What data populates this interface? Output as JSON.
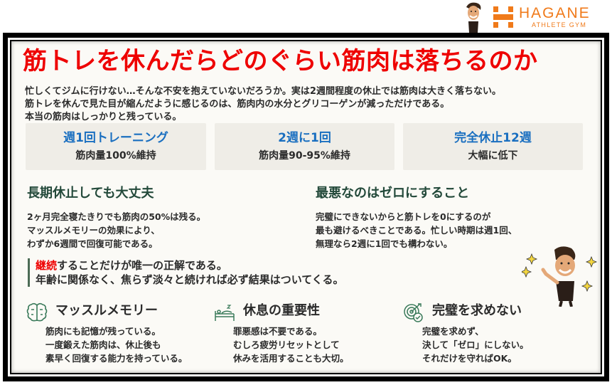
{
  "brand": {
    "name": "HAGANE",
    "tagline": "ATHLETE GYM",
    "accent_color": "#f07a1a"
  },
  "title": "筋トレを休んだらどのぐらい筋肉は落ちるのか",
  "intro": {
    "lines": [
      "忙しくてジムに行けない…そんな不安を抱えていないだろうか。実は2週間程度の休止では筋肉は大きく落ちない。",
      "筋トレを休んで見た目が縮んだように感じるのは、筋肉内の水分とグリコーゲンが減っただけである。",
      "本当の筋肉はしっかりと残っている。"
    ]
  },
  "stats": [
    {
      "heading": "週1回トレーニング",
      "value": "筋肉量100%維持"
    },
    {
      "heading": "2週に1回",
      "value": "筋肉量90-95%維持"
    },
    {
      "heading": "完全休止12週",
      "value": "大幅に低下"
    }
  ],
  "sections": [
    {
      "title": "長期休止しても大丈夫",
      "lines": [
        "2ヶ月完全寝たきりでも筋肉の50%は残る。",
        "マッスルメモリーの効果により、",
        "わずか6週間で回復可能である。"
      ]
    },
    {
      "title": "最悪なのはゼロにすること",
      "lines": [
        "完璧にできないからと筋トレを0にするのが",
        "最も避けるべきことである。忙しい時期は週1回、",
        "無理なら2週に1回でも構わない。"
      ]
    }
  ],
  "callout": {
    "highlight": "継続",
    "line1_rest": "することだけが唯一の正解である。",
    "line2": "年齢に関係なく、焦らず淡々と続ければ必ず結果はついてくる。"
  },
  "features": [
    {
      "icon": "brain-icon",
      "title": "マッスルメモリー",
      "lines": [
        "筋肉にも記憶が残っている。",
        "一度鍛えた筋肉は、休止後も",
        "素早く回復する能力を持っている。"
      ]
    },
    {
      "icon": "sleeping-bed-icon",
      "title": "休息の重要性",
      "lines": [
        "罪悪感は不要である。",
        "むしろ疲労リセットとして",
        "休みを活用することも大切。"
      ]
    },
    {
      "icon": "target-check-icon",
      "title": "完璧を求めない",
      "lines": [
        "完璧を求めず、",
        "決して「ゼロ」にしない。",
        "それだけを守ればOK。"
      ]
    }
  ],
  "colors": {
    "title_red": "#ee0000",
    "stat_blue": "#1a6fc0",
    "section_green": "#23493a",
    "icon_green": "#3a7a5a",
    "card_bg": "#efede7",
    "page_bg": "#fbfaf6"
  }
}
